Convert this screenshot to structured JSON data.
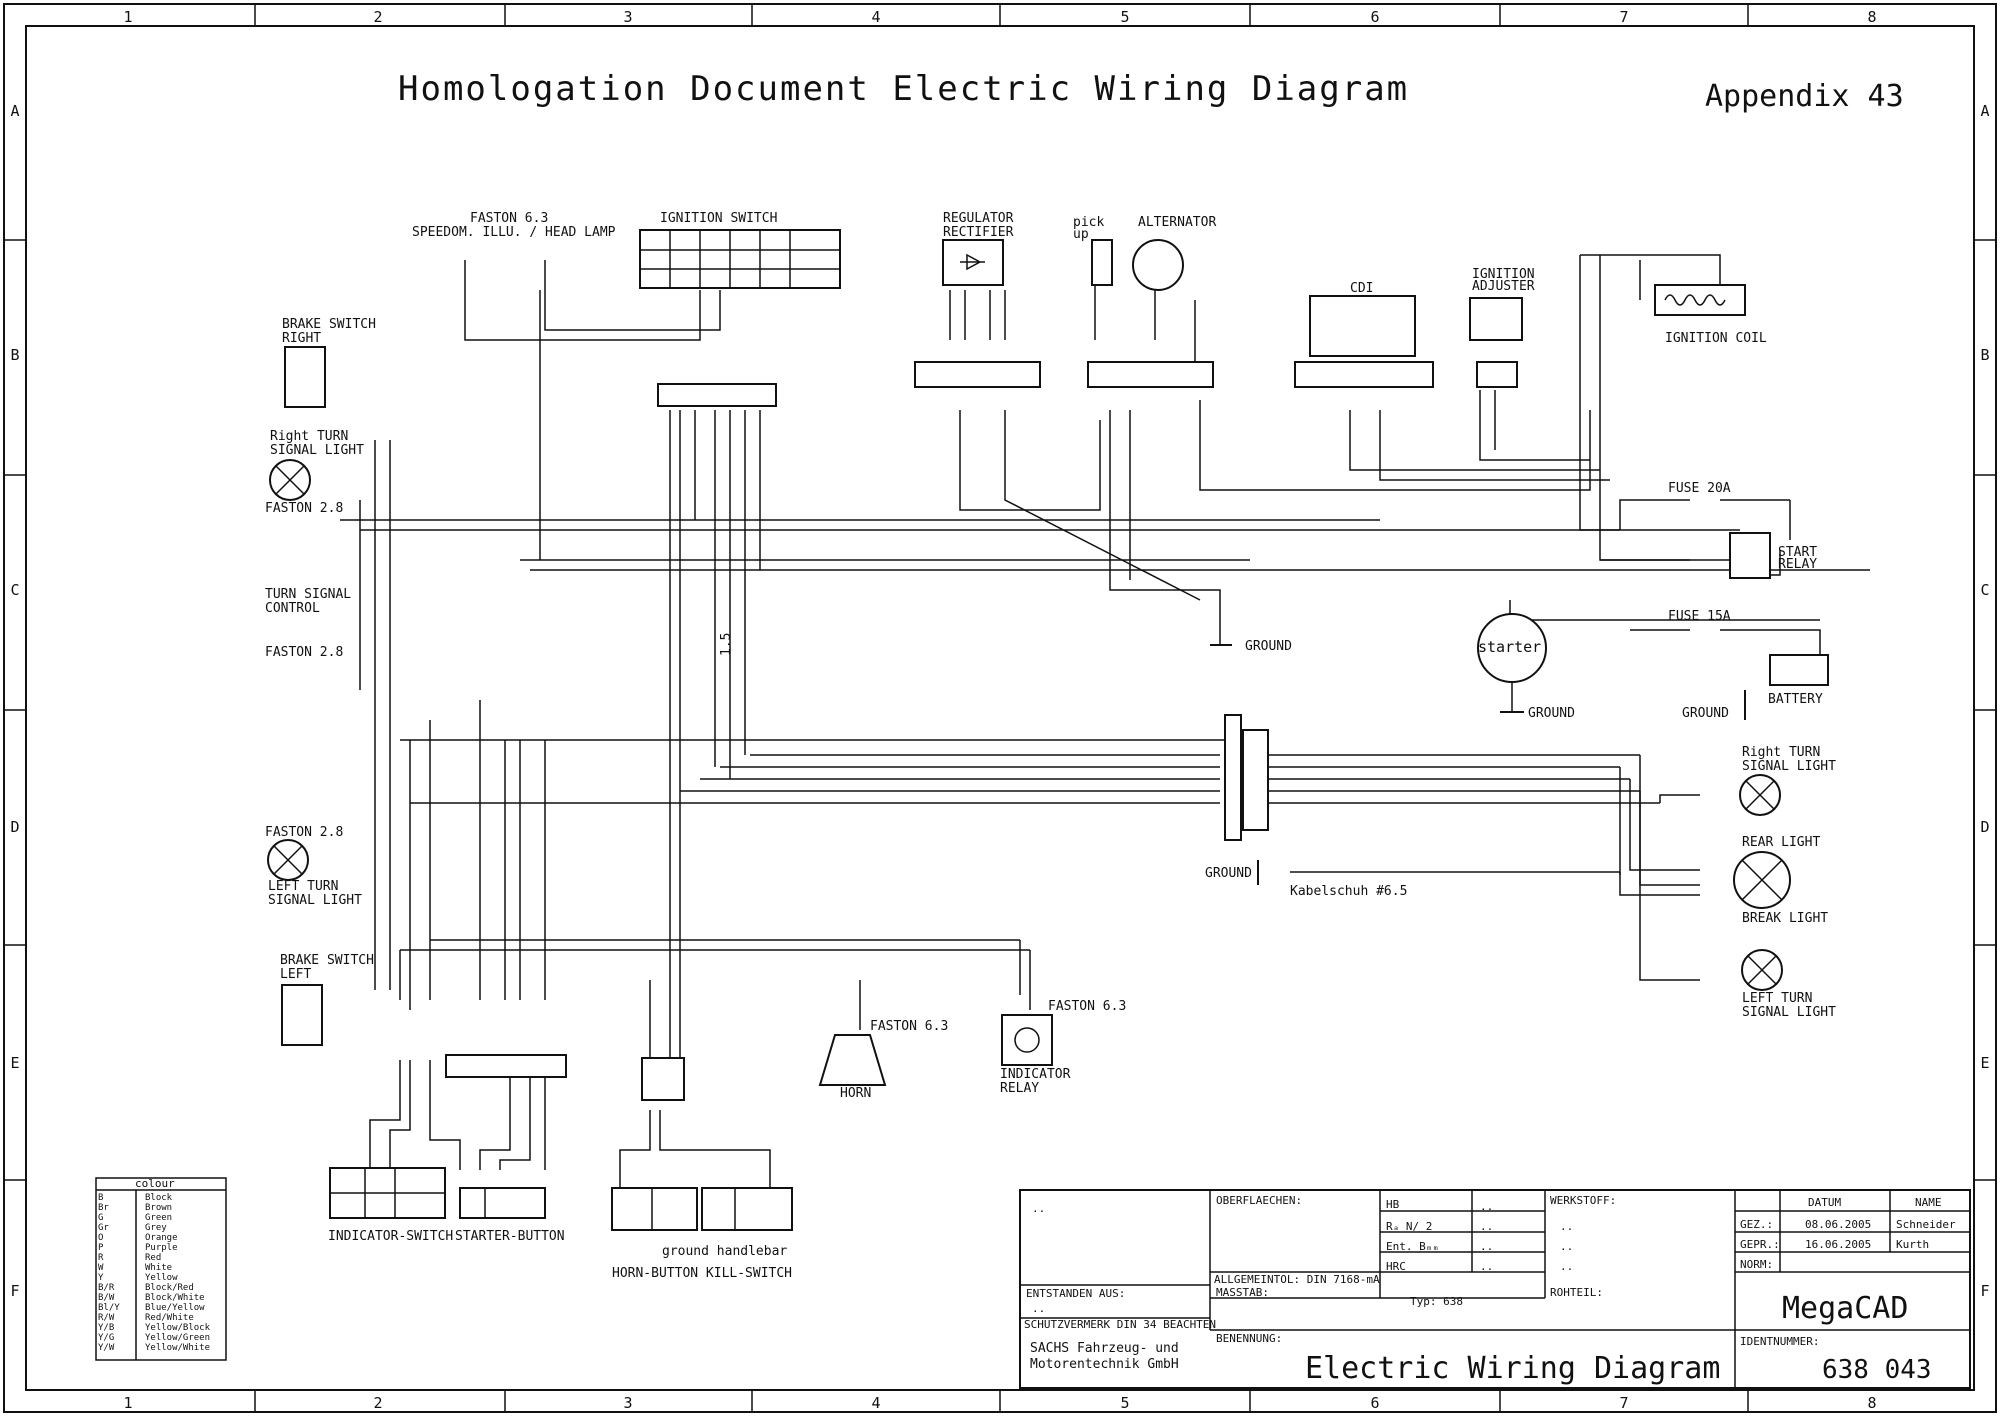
{
  "header": {
    "title": "Homologation Document Electric Wiring Diagram",
    "appendix": "Appendix 43"
  },
  "frame": {
    "columns": [
      "1",
      "2",
      "3",
      "4",
      "5",
      "6",
      "7",
      "8"
    ],
    "rows": [
      "A",
      "B",
      "C",
      "D",
      "E",
      "F"
    ]
  },
  "components": {
    "faston_63_top": "FASTON 6.3",
    "speedom_head": "SPEEDOM. ILLU. / HEAD LAMP",
    "ignition_switch": "IGNITION SWITCH",
    "regulator_1": "REGULATOR",
    "regulator_2": "RECTIFIER",
    "pick_1": "pick",
    "pick_2": "up",
    "alternator": "ALTERNATOR",
    "cdi": "CDI",
    "ign_adj_1": "IGNITION",
    "ign_adj_2": "ADJUSTER",
    "ignition_coil": "IGNITION COIL",
    "brake_right_1": "BRAKE SWITCH",
    "brake_right_2": "RIGHT",
    "rturn_1": "Right TURN",
    "rturn_2": "SIGNAL LIGHT",
    "faston_28_a": "FASTON 2.8",
    "turn_ctrl_1": "TURN SIGNAL",
    "turn_ctrl_2": "CONTROL",
    "faston_28_b": "FASTON 2.8",
    "faston_28_c": "FASTON 2.8",
    "lturn_1": "LEFT TURN",
    "lturn_2": "SIGNAL LIGHT",
    "brake_left_1": "BRAKE SWITCH",
    "brake_left_2": "LEFT",
    "fuse20": "FUSE 20A",
    "start_relay_1": "START",
    "start_relay_2": "RELAY",
    "ground": "GROUND",
    "fuse15": "FUSE 15A",
    "starter": "starter",
    "battery": "BATTERY",
    "rsig_r_1": "Right TURN",
    "rsig_r_2": "SIGNAL LIGHT",
    "rear_light": "REAR LIGHT",
    "break_light": "BREAK LIGHT",
    "lsig_r_1": "LEFT TURN",
    "lsig_r_2": "SIGNAL LIGHT",
    "kabelschuh": "Kabelschuh #6.5",
    "faston_horn": "FASTON 6.3",
    "horn": "HORN",
    "faston_ind": "FASTON 6.3",
    "ind_relay_1": "INDICATOR",
    "ind_relay_2": "RELAY",
    "indicator_switch": "INDICATOR-SWITCH",
    "starter_button": "STARTER-BUTTON",
    "ground_handlebar": "ground handlebar",
    "horn_kill": "HORN-BUTTON KILL-SWITCH",
    "wire_15": "1.5"
  },
  "legend": {
    "heading": "colour",
    "items": [
      {
        "code": "B",
        "name": "Block"
      },
      {
        "code": "Br",
        "name": "Brown"
      },
      {
        "code": "G",
        "name": "Green"
      },
      {
        "code": "Gr",
        "name": "Grey"
      },
      {
        "code": "O",
        "name": "Orange"
      },
      {
        "code": "P",
        "name": "Purple"
      },
      {
        "code": "R",
        "name": "Red"
      },
      {
        "code": "W",
        "name": "White"
      },
      {
        "code": "Y",
        "name": "Yellow"
      },
      {
        "code": "B/R",
        "name": "Block/Red"
      },
      {
        "code": "B/W",
        "name": "Block/White"
      },
      {
        "code": "Bl/Y",
        "name": "Blue/Yellow"
      },
      {
        "code": "R/W",
        "name": "Red/White"
      },
      {
        "code": "Y/B",
        "name": "Yellow/Block"
      },
      {
        "code": "Y/G",
        "name": "Yellow/Green"
      },
      {
        "code": "Y/W",
        "name": "Yellow/White"
      }
    ]
  },
  "title_block": {
    "dots": "..",
    "oberflaechen": "OBERFLAECHEN:",
    "hb": "HB",
    "ra": "Rₐ N/ 2",
    "ent": "Ent. Bₘₘ",
    "hrc": "HRC",
    "werkstoff": "WERKSTOFF:",
    "allg": "ALLGEMEINTOL: DIN 7168-mA",
    "masstab": "MASSTAB:",
    "typ": "Typ: 638",
    "rohteil": "ROHTEIL:",
    "entstanden": "ENTSTANDEN AUS:",
    "schutz": "SCHUTZVERMERK DIN 34 BEACHTEN",
    "company_1": "SACHS Fahrzeug- und",
    "company_2": "Motorentechnik GmbH",
    "benennung": "BENENNUNG:",
    "drawing_name": "Electric Wiring Diagram",
    "datum": "DATUM",
    "name": "NAME",
    "gez": "GEZ.:",
    "gez_date": "08.06.2005",
    "gez_name": "Schneider",
    "gepr": "GEPR.:",
    "gepr_date": "16.06.2005",
    "gepr_name": "Kurth",
    "norm": "NORM:",
    "megacad": "MegaCAD",
    "ident_label": "IDENTNUMMER:",
    "ident": "638 043"
  }
}
